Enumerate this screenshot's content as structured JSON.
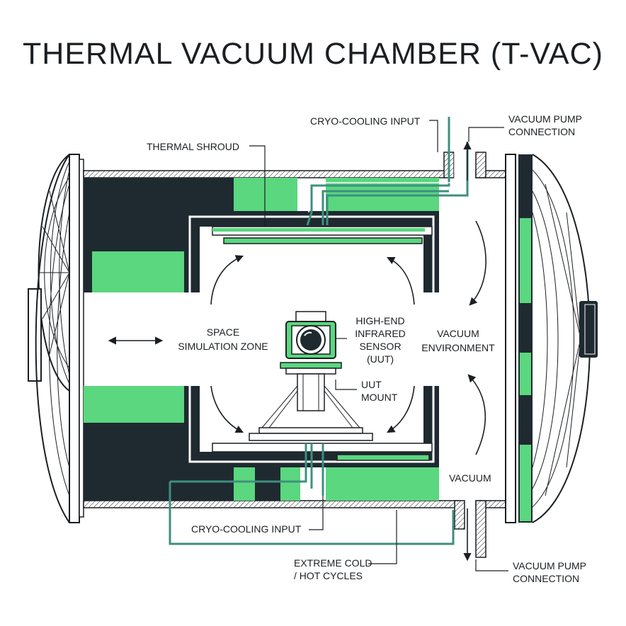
{
  "title": "THERMAL VACUUM CHAMBER (T-VAC)",
  "labels": {
    "cryo_top": "CRYO-COOLING INPUT",
    "pump_top_1": "VACUUM PUMP",
    "pump_top_2": "CONNECTION",
    "shroud": "THERMAL SHROUD",
    "zone_1": "SPACE",
    "zone_2": "SIMULATION ZONE",
    "sensor_1": "HIGH-END",
    "sensor_2": "INFRARED",
    "sensor_3": "SENSOR",
    "sensor_4": "(UUT)",
    "env_1": "VACUUM",
    "env_2": "ENVIRONMENT",
    "mount_1": "UUT",
    "mount_2": "MOUNT",
    "vacuum": "VACUUM",
    "cryo_bottom": "CRYO-COOLING INPUT",
    "cycles_1": "EXTREME COLD",
    "cycles_2": "/ HOT CYCLES",
    "pump_bottom_1": "VACUUM PUMP",
    "pump_bottom_2": "CONNECTION"
  },
  "colors": {
    "navy": "#1e2a30",
    "green": "#5ad77f",
    "teal": "#3d8f7f"
  }
}
